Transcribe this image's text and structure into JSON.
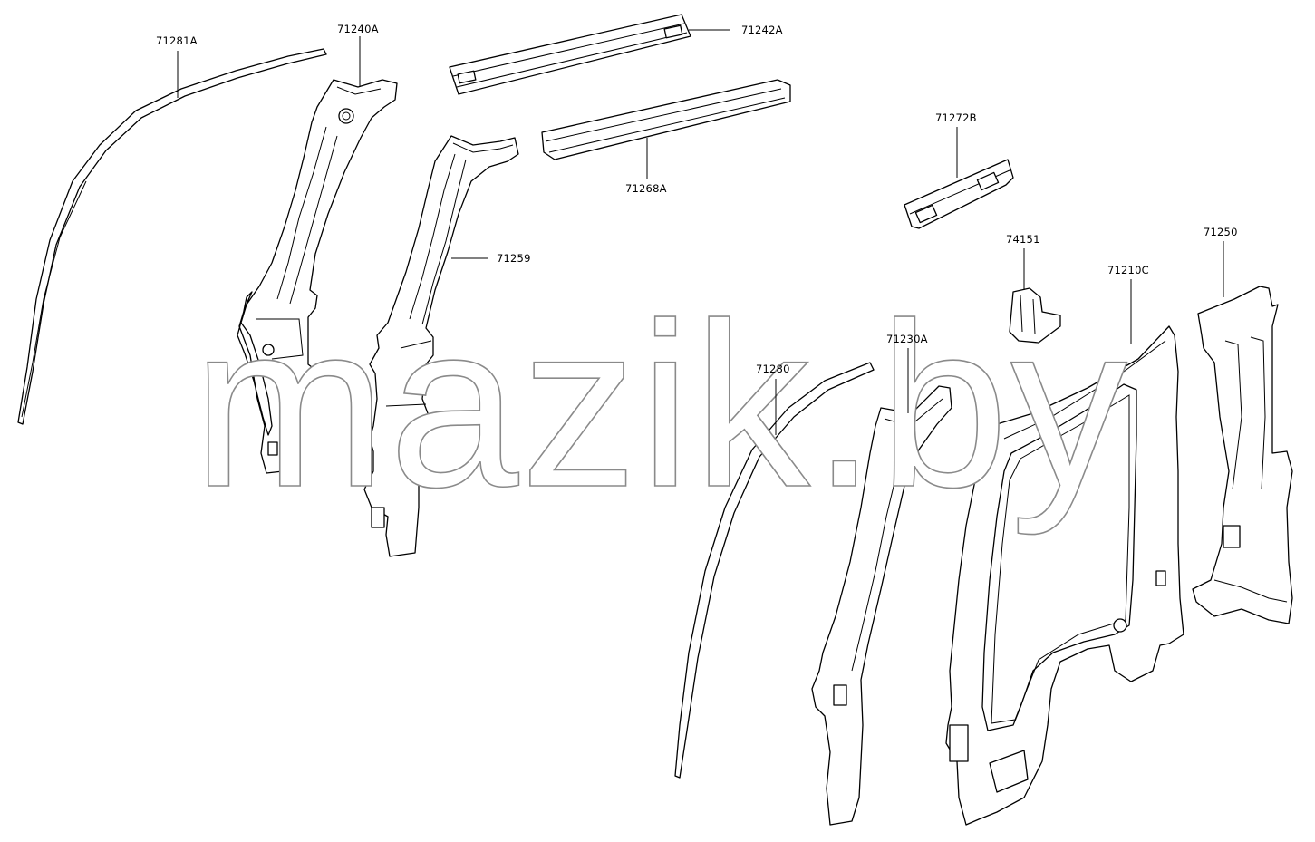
{
  "watermark": "mazik.by",
  "parts": [
    {
      "id": "71281A",
      "label": "71281A"
    },
    {
      "id": "71240A",
      "label": "71240A"
    },
    {
      "id": "71242A",
      "label": "71242A"
    },
    {
      "id": "71268A",
      "label": "71268A"
    },
    {
      "id": "71259",
      "label": "71259"
    },
    {
      "id": "71272B",
      "label": "71272B"
    },
    {
      "id": "74151",
      "label": "74151"
    },
    {
      "id": "71210C",
      "label": "71210C"
    },
    {
      "id": "71250",
      "label": "71250"
    },
    {
      "id": "71230A",
      "label": "71230A"
    },
    {
      "id": "71280",
      "label": "71280"
    }
  ]
}
